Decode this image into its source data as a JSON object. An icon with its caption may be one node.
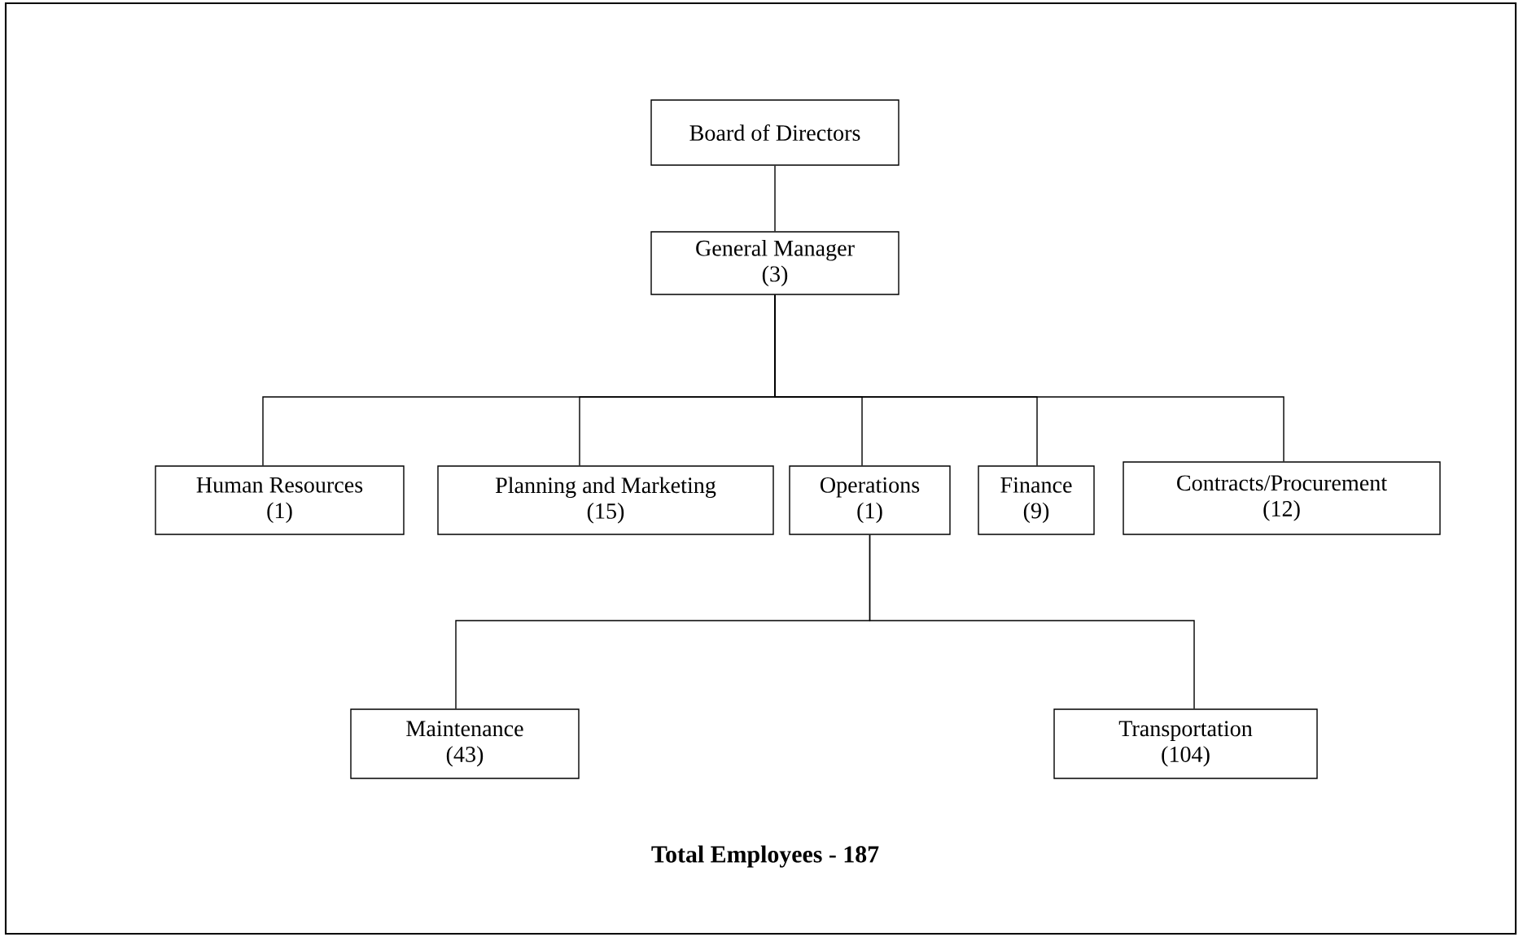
{
  "diagram": {
    "nodes": [
      {
        "text": [
          "Board of Directors"
        ]
      },
      {
        "text": [
          "General Manager",
          "(3)"
        ]
      },
      {
        "text": [
          "Human Resources",
          "(1)"
        ]
      },
      {
        "text": [
          "Planning and Marketing",
          "(15)"
        ]
      },
      {
        "text": [
          "Operations",
          "(1)"
        ]
      },
      {
        "text": [
          "Finance",
          "(9)"
        ]
      },
      {
        "text": [
          "Contracts/Procurement",
          "(12)"
        ]
      },
      {
        "text": [
          "Maintenance",
          "(43)"
        ]
      },
      {
        "text": [
          "Transportation",
          "(104)"
        ]
      }
    ],
    "edges": [
      {
        "from": 0,
        "to": 1,
        "arrow": "none"
      },
      {
        "from": 1,
        "to": 2,
        "arrow": "none"
      },
      {
        "from": 1,
        "to": 3,
        "arrow": "none"
      },
      {
        "from": 1,
        "to": 4,
        "arrow": "none"
      },
      {
        "from": 1,
        "to": 5,
        "arrow": "none"
      },
      {
        "from": 1,
        "to": 6,
        "arrow": "none"
      },
      {
        "from": 4,
        "to": 7,
        "arrow": "none"
      },
      {
        "from": 4,
        "to": 8,
        "arrow": "none"
      }
    ],
    "labels": [
      "Total Employees - 187"
    ]
  }
}
